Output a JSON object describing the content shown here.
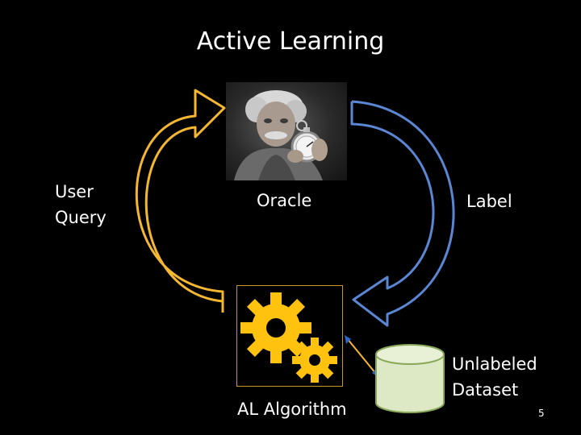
{
  "title": "Active Learning",
  "labels": {
    "user_query": [
      "User",
      "Query"
    ],
    "oracle": "Oracle",
    "label": "Label",
    "algorithm": "AL Algorithm",
    "dataset": [
      "Unlabeled",
      "Dataset"
    ]
  },
  "page_number": "5",
  "colors": {
    "background": "#000000",
    "user_query_arrow": "#f5b731",
    "label_arrow": "#5a86d4",
    "gear": "#ffc20e",
    "database_fill": "#dde8c4",
    "database_stroke": "#8aa85a",
    "connector": "#f5b731",
    "connector_head": "#2f66c9"
  },
  "icons": {
    "oracle_image": "einstein-stopwatch-photo",
    "algorithm_icon": "gears-icon",
    "dataset_icon": "database-cylinder-icon"
  }
}
